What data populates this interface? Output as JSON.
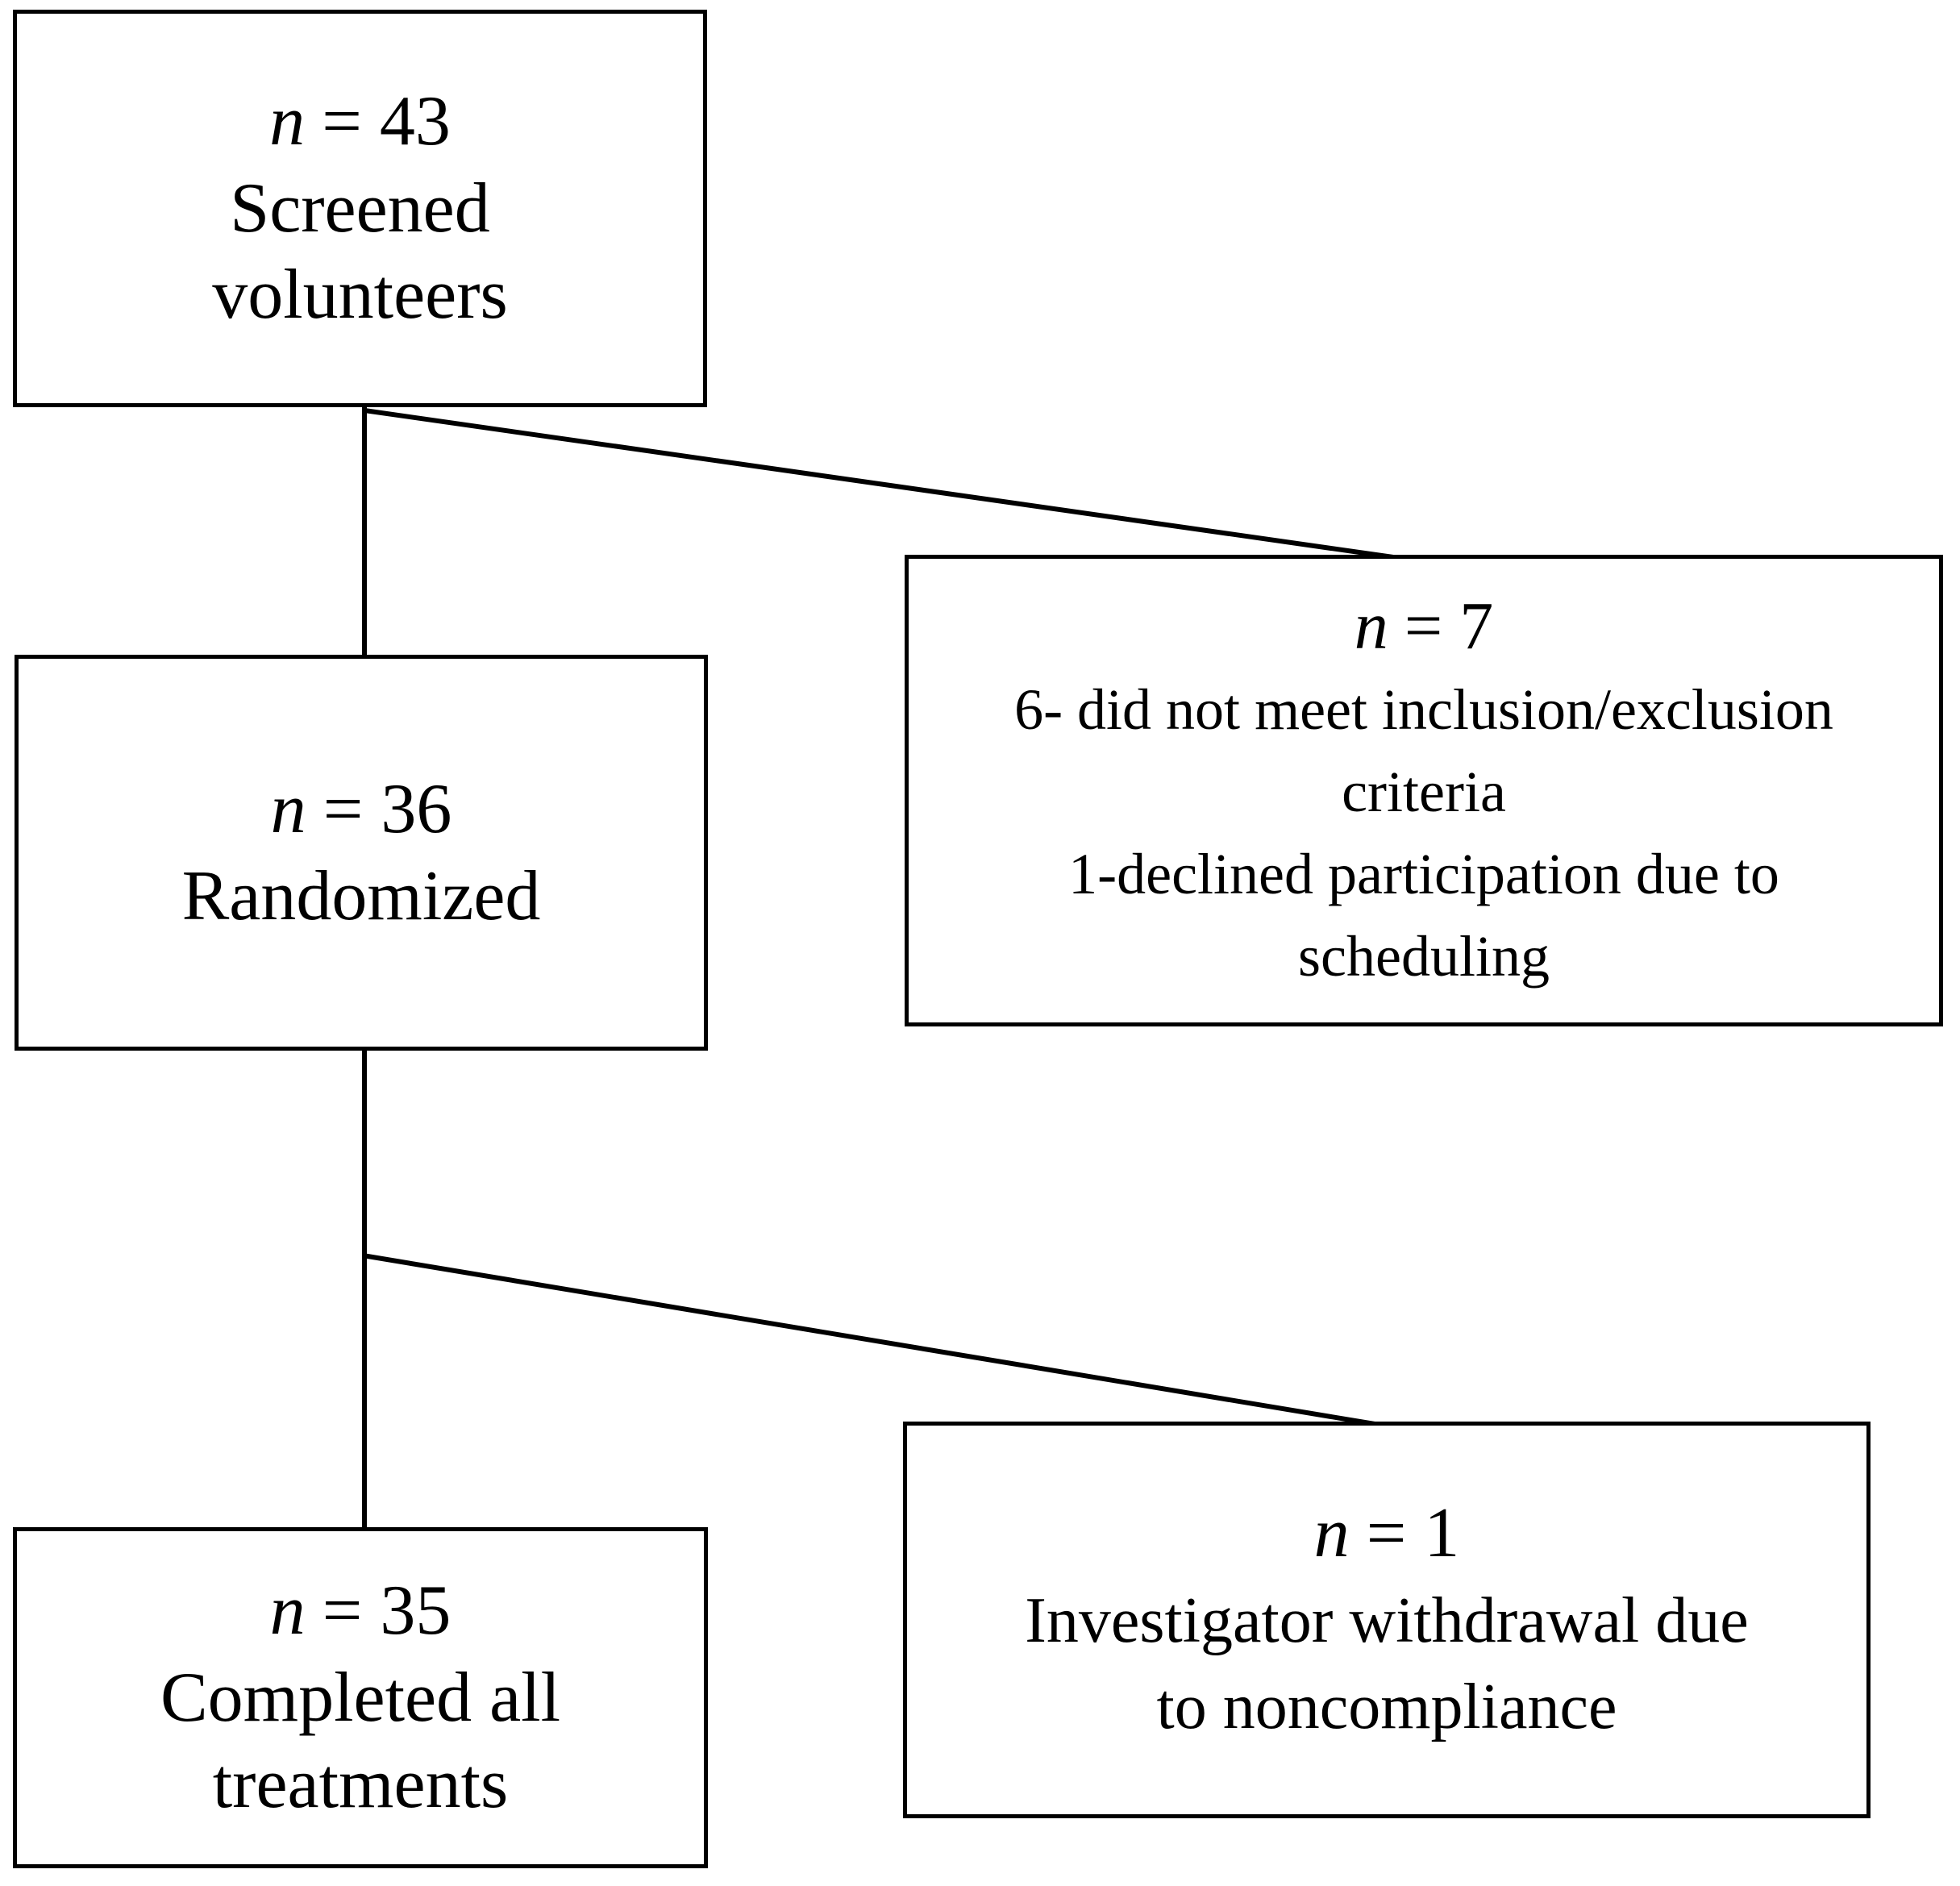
{
  "flowchart": {
    "nodes": {
      "screened": {
        "n_italic": "n",
        "n_value": "= 43",
        "lines": [
          "Screened",
          "volunteers"
        ]
      },
      "randomized": {
        "n_italic": "n",
        "n_value": "= 36",
        "lines": [
          "Randomized"
        ]
      },
      "excluded": {
        "n_italic": "n",
        "n_value": "= 7",
        "lines": [
          "6- did not meet inclusion/exclusion",
          "criteria",
          "1-declined participation due to",
          "scheduling"
        ]
      },
      "completed": {
        "n_italic": "n",
        "n_value": "= 35",
        "lines": [
          "Completed all",
          "treatments"
        ]
      },
      "withdrawn": {
        "n_italic": "n",
        "n_value": "= 1",
        "lines": [
          "Investigator withdrawal due",
          "to noncompliance"
        ]
      }
    },
    "edges": [
      {
        "from": "screened",
        "to": "randomized"
      },
      {
        "from": "screened",
        "to": "excluded"
      },
      {
        "from": "randomized",
        "to": "completed"
      },
      {
        "from": "randomized",
        "to": "withdrawn"
      }
    ],
    "colors": {
      "border": "#000000",
      "background": "#ffffff",
      "text": "#000000"
    }
  }
}
